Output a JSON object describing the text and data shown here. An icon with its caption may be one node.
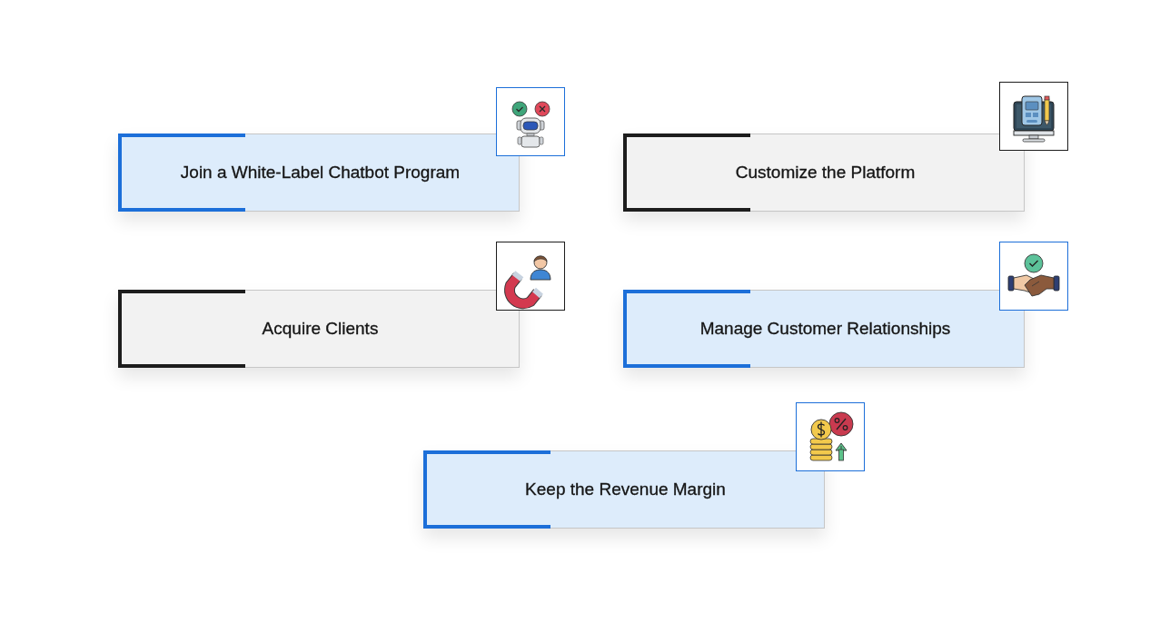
{
  "diagram": {
    "nodes": [
      {
        "text": [
          "Join a White-Label Chatbot Program"
        ]
      },
      {
        "text": [
          "Customize the Platform"
        ]
      },
      {
        "text": [
          "Acquire Clients"
        ]
      },
      {
        "text": [
          "Manage Customer Relationships"
        ]
      },
      {
        "text": [
          "Keep the Revenue Margin"
        ]
      }
    ]
  }
}
